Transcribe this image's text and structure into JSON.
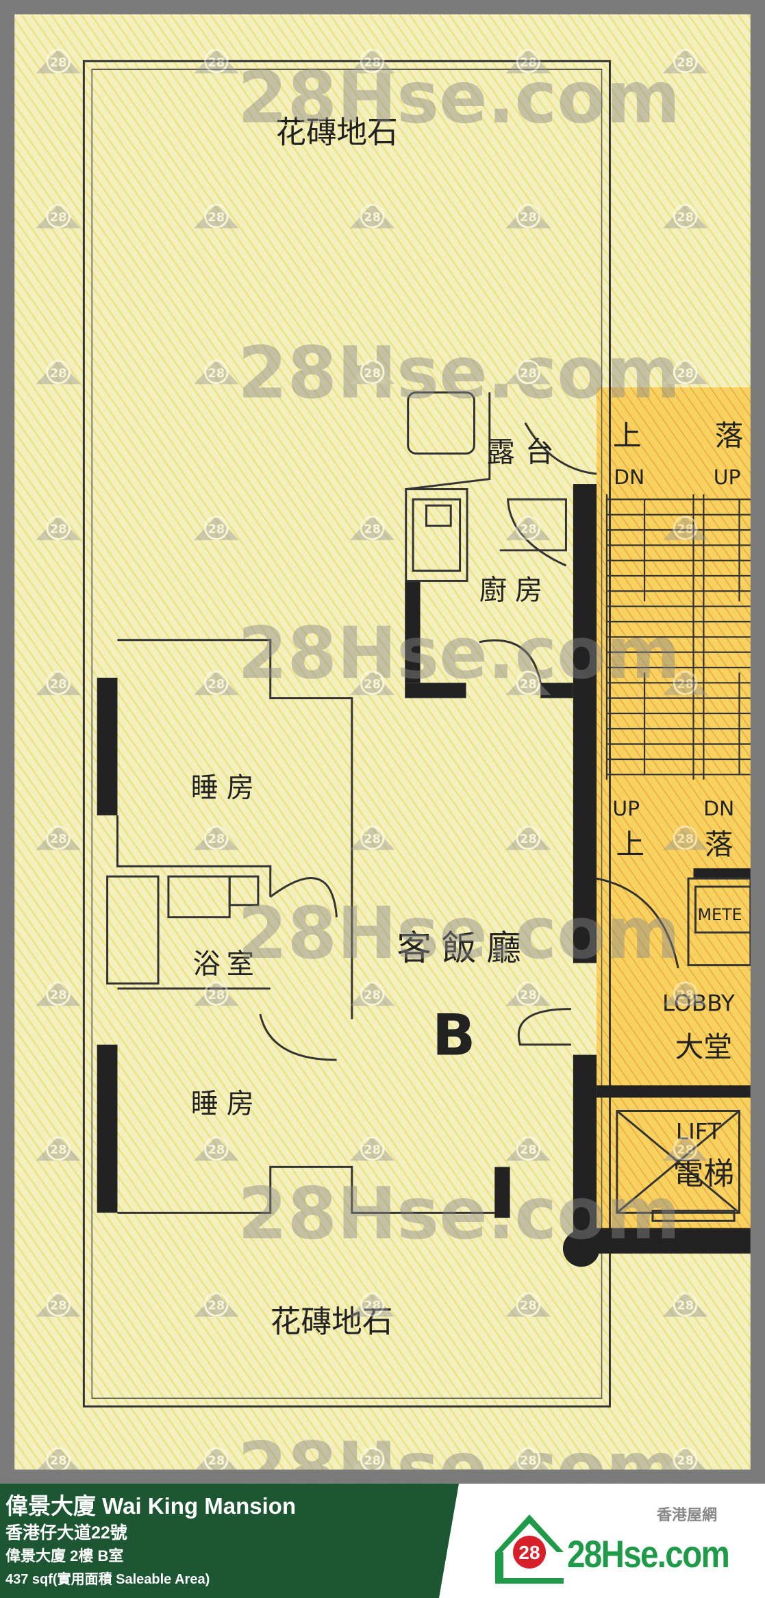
{
  "listing": {
    "title": "偉景大廈 Wai King Mansion",
    "address": "香港仔大道22號",
    "unit": "偉景大廈 2樓 B室",
    "area": "437 sqf(實用面積 Saleable Area)"
  },
  "brand": {
    "site_cn": "香港屋網",
    "site": "28Hse.com",
    "badge": "28",
    "watermark": "28Hse.com",
    "green": "#1d5632",
    "logo_green": "#1f9a48",
    "badge_red": "#d8202a"
  },
  "floorplan": {
    "garden_top": "花磚地石",
    "garden_bottom": "花磚地石",
    "balcony": "露台",
    "kitchen": "廚房",
    "bedroom_1": "睡房",
    "bathroom": "浴室",
    "living_dining": "客飯廳",
    "unit_letter": "B",
    "bedroom_2": "睡房",
    "stair_up_cn_top": "上",
    "stair_down_cn_top": "落",
    "stair_dn_top": "DN",
    "stair_up_top": "UP",
    "stair_up_bottom": "UP",
    "stair_dn_bottom": "DN",
    "stair_up_cn_bottom": "上",
    "stair_down_cn_bottom": "落",
    "meter": "METE",
    "lobby_en": "LOBBY",
    "lobby_cn": "大堂",
    "lift_en": "LIFT",
    "lift_cn": "電梯",
    "colors": {
      "unit_fill": "#f4efbf",
      "common_fill": "#f6c94e",
      "wall": "#222222"
    }
  }
}
